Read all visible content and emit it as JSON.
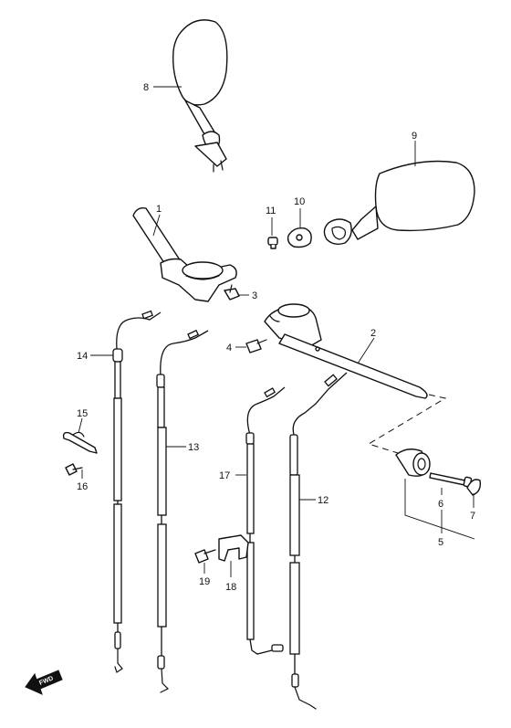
{
  "diagram": {
    "callouts": {
      "p1": "1",
      "p2": "2",
      "p3": "3",
      "p4": "4",
      "p5": "5",
      "p6": "6",
      "p7": "7",
      "p8": "8",
      "p9": "9",
      "p10": "10",
      "p11": "11",
      "p12": "12",
      "p13": "13",
      "p14": "14",
      "p15": "15",
      "p16": "16",
      "p17": "17",
      "p18": "18",
      "p19": "19"
    },
    "fwd_label": "FWD"
  }
}
